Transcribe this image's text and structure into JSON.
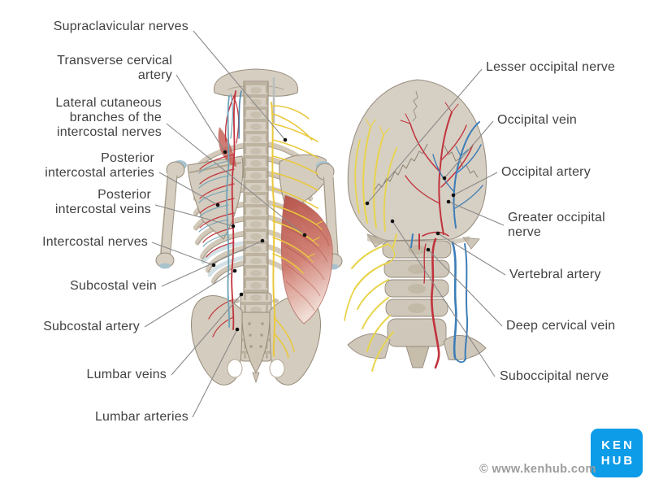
{
  "labels_left": [
    {
      "text": "Supraclavicular nerves"
    },
    {
      "text": "Transverse cervical\nartery"
    },
    {
      "text": "Lateral cutaneous\nbranches of the\nintercostal nerves"
    },
    {
      "text": "Posterior\nintercostal arteries"
    },
    {
      "text": "Posterior\nintercostal veins"
    },
    {
      "text": "Intercostal nerves"
    },
    {
      "text": "Subcostal vein"
    },
    {
      "text": "Subcostal artery"
    },
    {
      "text": "Lumbar veins"
    },
    {
      "text": "Lumbar arteries"
    }
  ],
  "labels_right": [
    {
      "text": "Lesser occipital nerve"
    },
    {
      "text": "Occipital vein"
    },
    {
      "text": "Occipital artery"
    },
    {
      "text": "Greater occipital\nnerve"
    },
    {
      "text": "Vertebral artery"
    },
    {
      "text": "Deep cervical vein"
    },
    {
      "text": "Suboccipital nerve"
    }
  ],
  "branding": {
    "logo_top": "KEN",
    "logo_bottom": "HUB",
    "copyright": "© www.kenhub.com"
  },
  "colors": {
    "artery_red": "#c1333d",
    "vein_blue": "#3d7db8",
    "torso_vein_teal": "#6fa3b8",
    "nerve_yellow": "#e8d44c",
    "muscle_red": "#c05a50",
    "bone": "#d6cec1",
    "logo_blue": "#0d9ce8",
    "label_text": "#424242",
    "leader_line": "#8a8a8a",
    "anchor_dot": "#111111",
    "copyright_gray": "#9c9c9c"
  }
}
